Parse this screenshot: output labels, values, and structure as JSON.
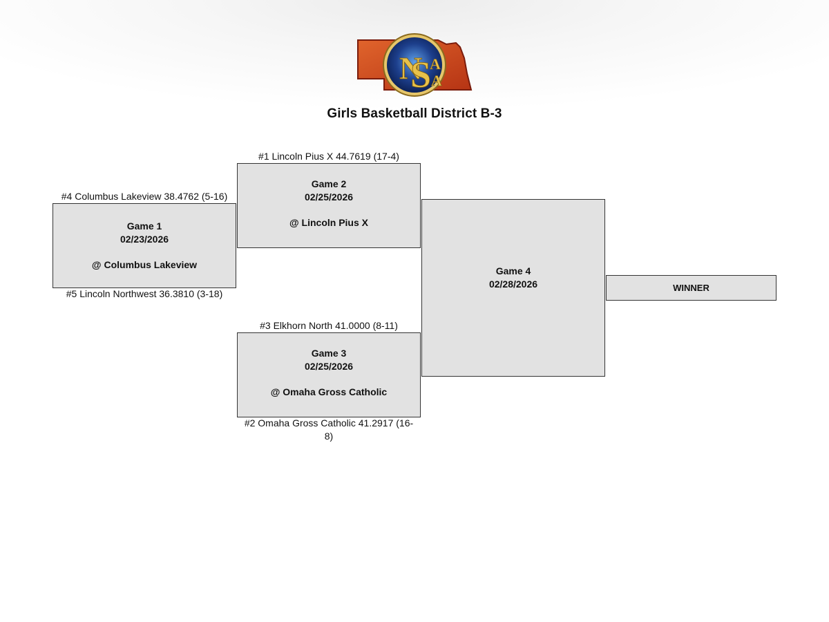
{
  "logo": {
    "text": "NSAA",
    "colors": {
      "state_fill": "#d2491f",
      "state_edge": "#7a1c0c",
      "badge_blue": "#1d3f8c",
      "letters_gold": "#e8c14a"
    }
  },
  "title": "Girls Basketball District B-3",
  "games": {
    "game1": {
      "name": "Game 1",
      "date": "02/23/2026",
      "site": "@ Columbus Lakeview"
    },
    "game2": {
      "name": "Game 2",
      "date": "02/25/2026",
      "site": "@ Lincoln Pius X"
    },
    "game3": {
      "name": "Game 3",
      "date": "02/25/2026",
      "site": "@ Omaha Gross Catholic"
    },
    "game4": {
      "name": "Game 4",
      "date": "02/28/2026"
    }
  },
  "teams": {
    "seed4": "#4 Columbus Lakeview 38.4762 (5-16)",
    "seed5": "#5 Lincoln Northwest 36.3810 (3-18)",
    "seed1": "#1 Lincoln Pius X 44.7619 (17-4)",
    "seed3": "#3 Elkhorn North 41.0000 (8-11)",
    "seed2_line1": "#2 Omaha Gross Catholic 41.2917 (16-",
    "seed2_line2": "8)"
  },
  "winner_label": "WINNER"
}
